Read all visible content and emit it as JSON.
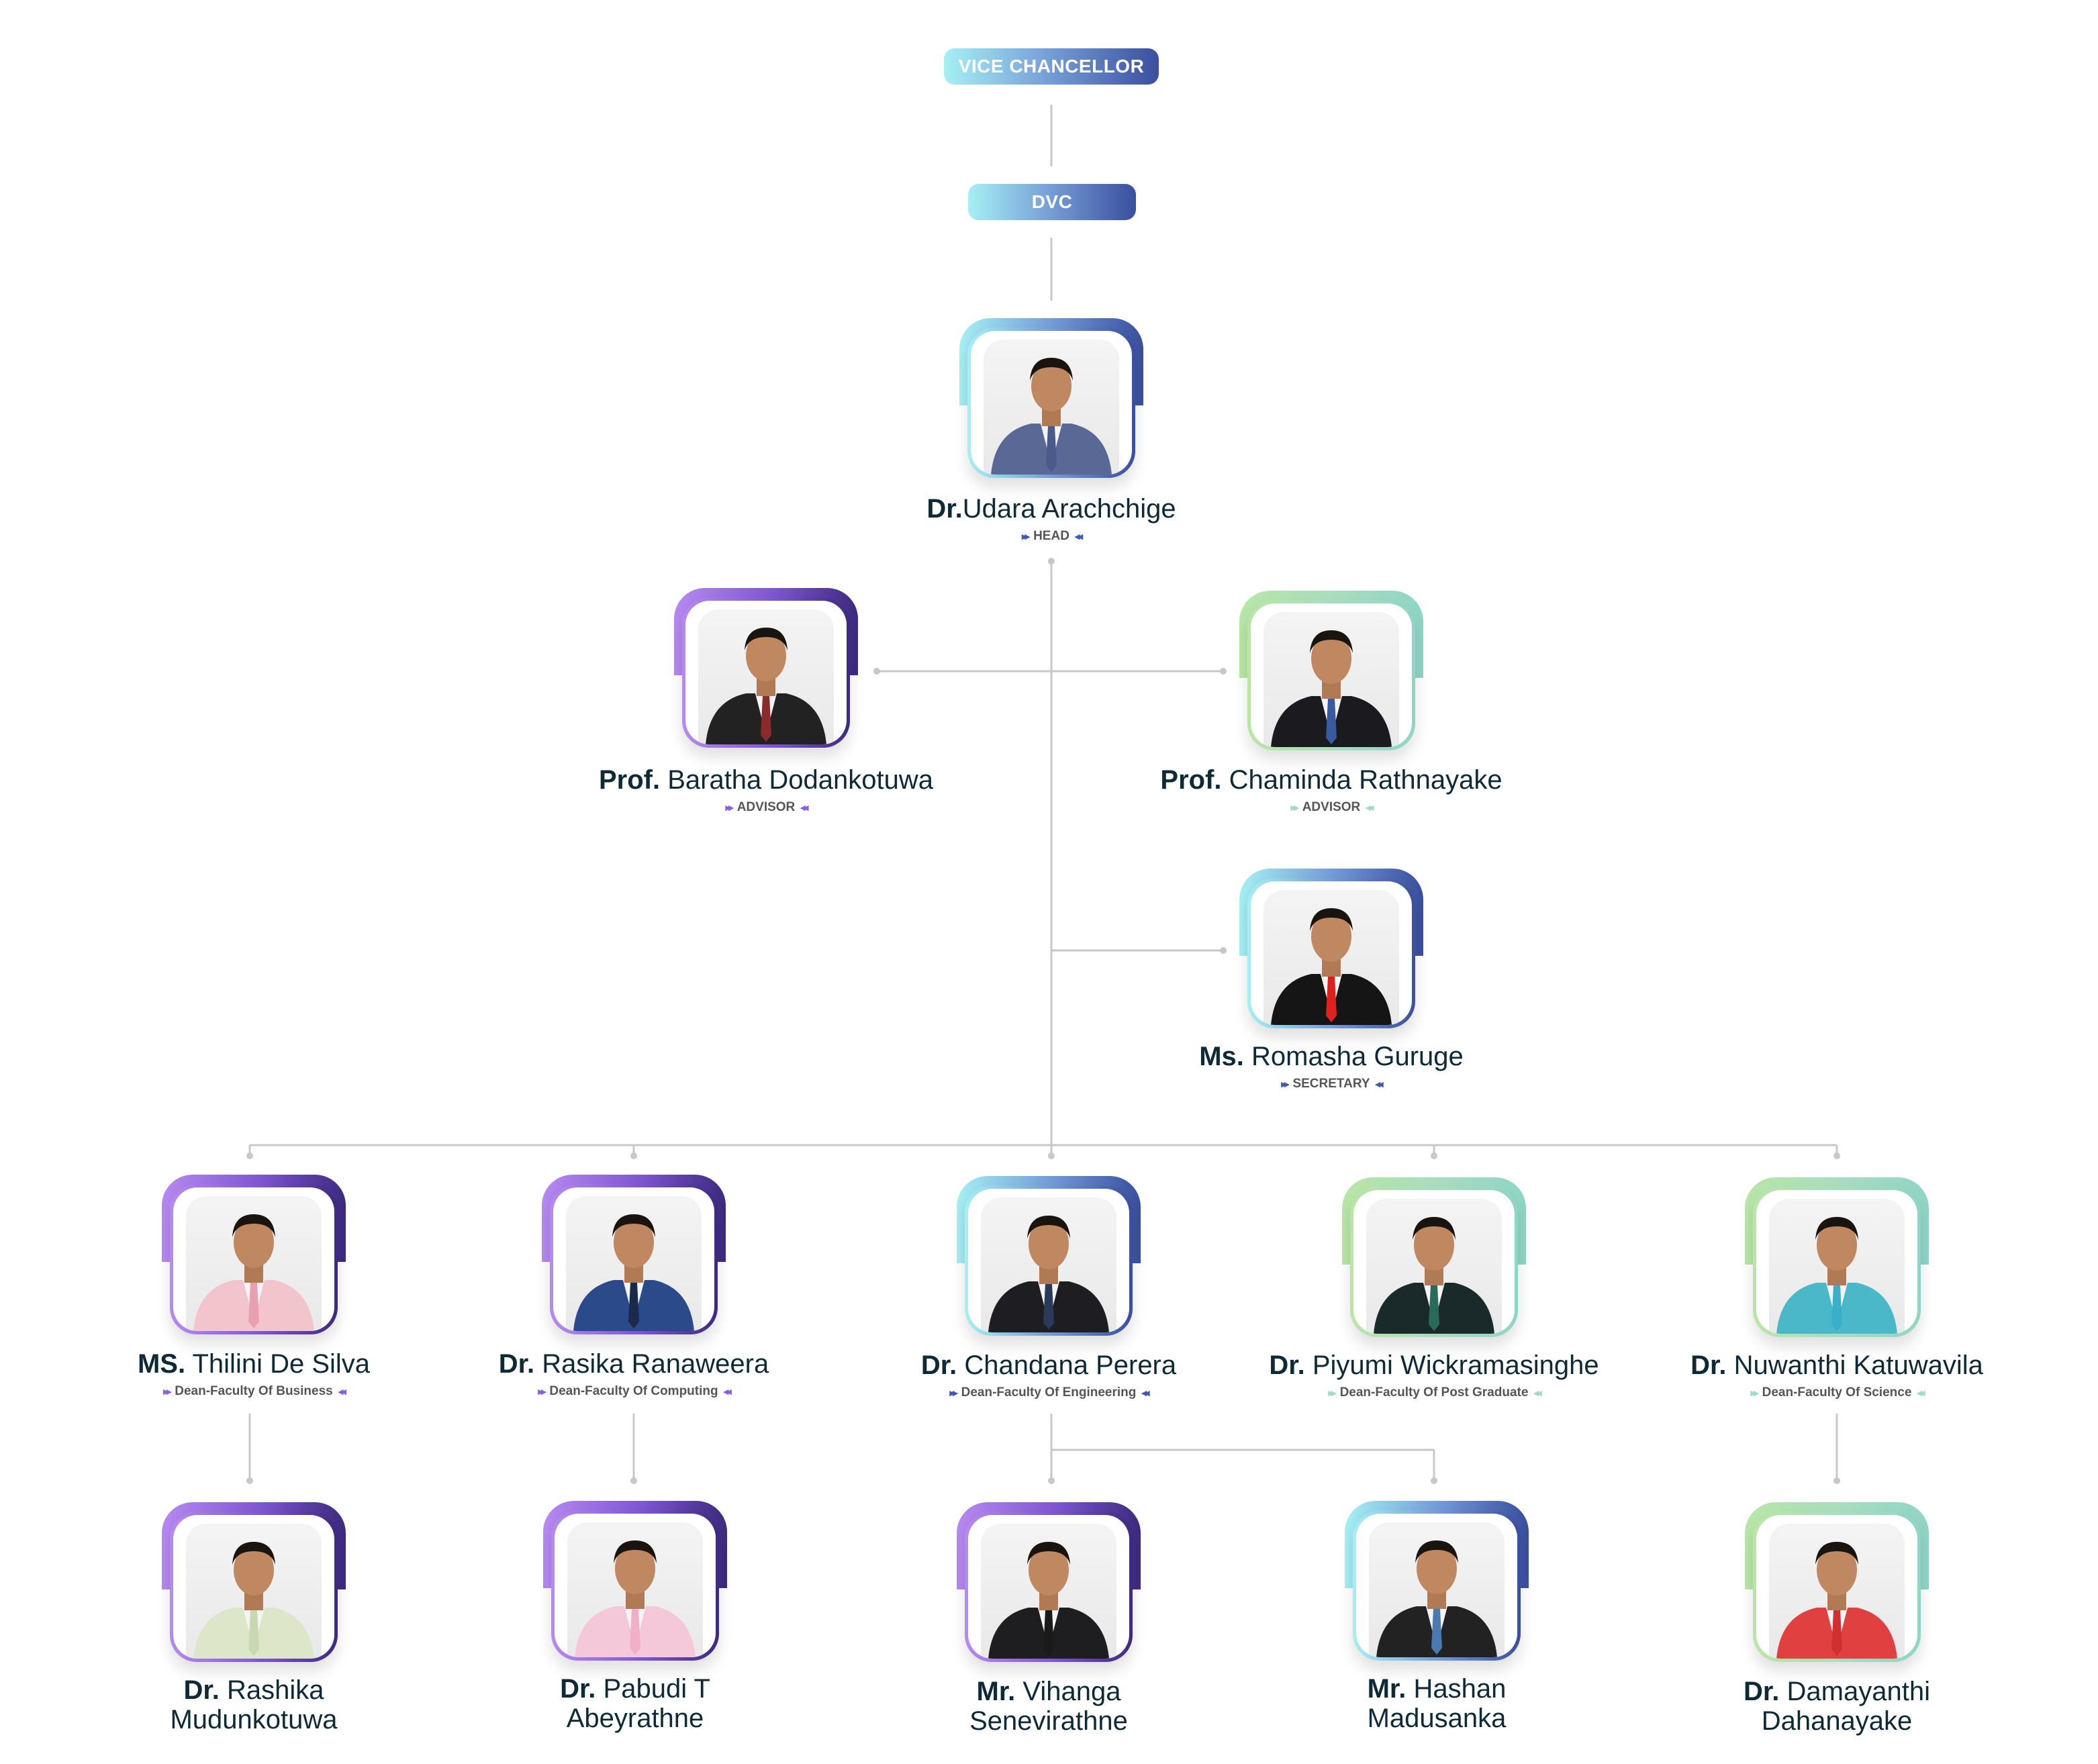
{
  "top_boxes": {
    "vice_chancellor": "VICE CHANCELLOR",
    "dvc": "DVC"
  },
  "colors": {
    "blue_start": "#a6f0f4",
    "blue_end": "#3a4f9e",
    "purple_start": "#b78af0",
    "purple_end": "#3d2a7e",
    "green_start": "#b9e6a6",
    "green_end": "#8fd5c6",
    "name": "#0d2a36",
    "connector": "#c8c8cc"
  },
  "people": [
    {
      "title": "Dr.",
      "name": "Udara Arachchige",
      "role": "HEAD",
      "theme": "blue",
      "tie": "#4a5a8a",
      "suit": "#5a6896"
    },
    {
      "title": "Prof.",
      "name": "Baratha Dodankotuwa",
      "role": "ADVISOR",
      "theme": "purple",
      "tie": "#8a2a2a",
      "suit": "#222"
    },
    {
      "title": "Prof.",
      "name": "Chaminda Rathnayake",
      "role": "ADVISOR",
      "theme": "green",
      "tie": "#3a5aa0",
      "suit": "#1a1a1f"
    },
    {
      "title": "Ms.",
      "name": "Romasha Guruge",
      "role": "SECRETARY",
      "theme": "blue",
      "tie": "#e0201c",
      "suit": "#151515"
    },
    {
      "title": "MS.",
      "name": "Thilini De Silva",
      "role": "Dean-Faculty Of Business",
      "theme": "purple",
      "tie": "#e8a0b0",
      "suit": "#f2c4cc"
    },
    {
      "title": "Dr.",
      "name": "Rasika Ranaweera",
      "role": "Dean-Faculty Of Computing",
      "theme": "purple",
      "tie": "#1a2a4a",
      "suit": "#2a4a8a"
    },
    {
      "title": "Dr.",
      "name": "Chandana Perera",
      "role": "Dean-Faculty Of Engineering",
      "theme": "blue",
      "tie": "#2a3a5a",
      "suit": "#1e1e22"
    },
    {
      "title": "Dr.",
      "name": "Piyumi Wickramasinghe",
      "role": "Dean-Faculty Of Post Graduate",
      "theme": "green",
      "tie": "#2a6a5a",
      "suit": "#1a2a2a"
    },
    {
      "title": "Dr.",
      "name": "Nuwanthi Katuwavila",
      "role": "Dean-Faculty Of Science",
      "theme": "green",
      "tie": "#3ab0c8",
      "suit": "#4ab8c8"
    },
    {
      "title": "Dr.",
      "name": "Rashika Mudunkotuwa",
      "role": "",
      "theme": "purple",
      "tie": "#c8d8b0",
      "suit": "#dde6c8"
    },
    {
      "title": "Dr.",
      "name": "Pabudi T Abeyrathne",
      "role": "",
      "theme": "purple",
      "tie": "#f0b0c8",
      "suit": "#f4c8d8"
    },
    {
      "title": "Mr.",
      "name": "Vihanga Senevirathne",
      "role": "",
      "theme": "purple",
      "tie": "#1a1a1a",
      "suit": "#1e1e20"
    },
    {
      "title": "Mr.",
      "name": "Hashan Madusanka",
      "role": "",
      "theme": "blue",
      "tie": "#4a7ab0",
      "suit": "#222"
    },
    {
      "title": "Dr.",
      "name": "Damayanthi Dahanayake",
      "role": "",
      "theme": "green",
      "tie": "#d03030",
      "suit": "#e04040"
    }
  ]
}
